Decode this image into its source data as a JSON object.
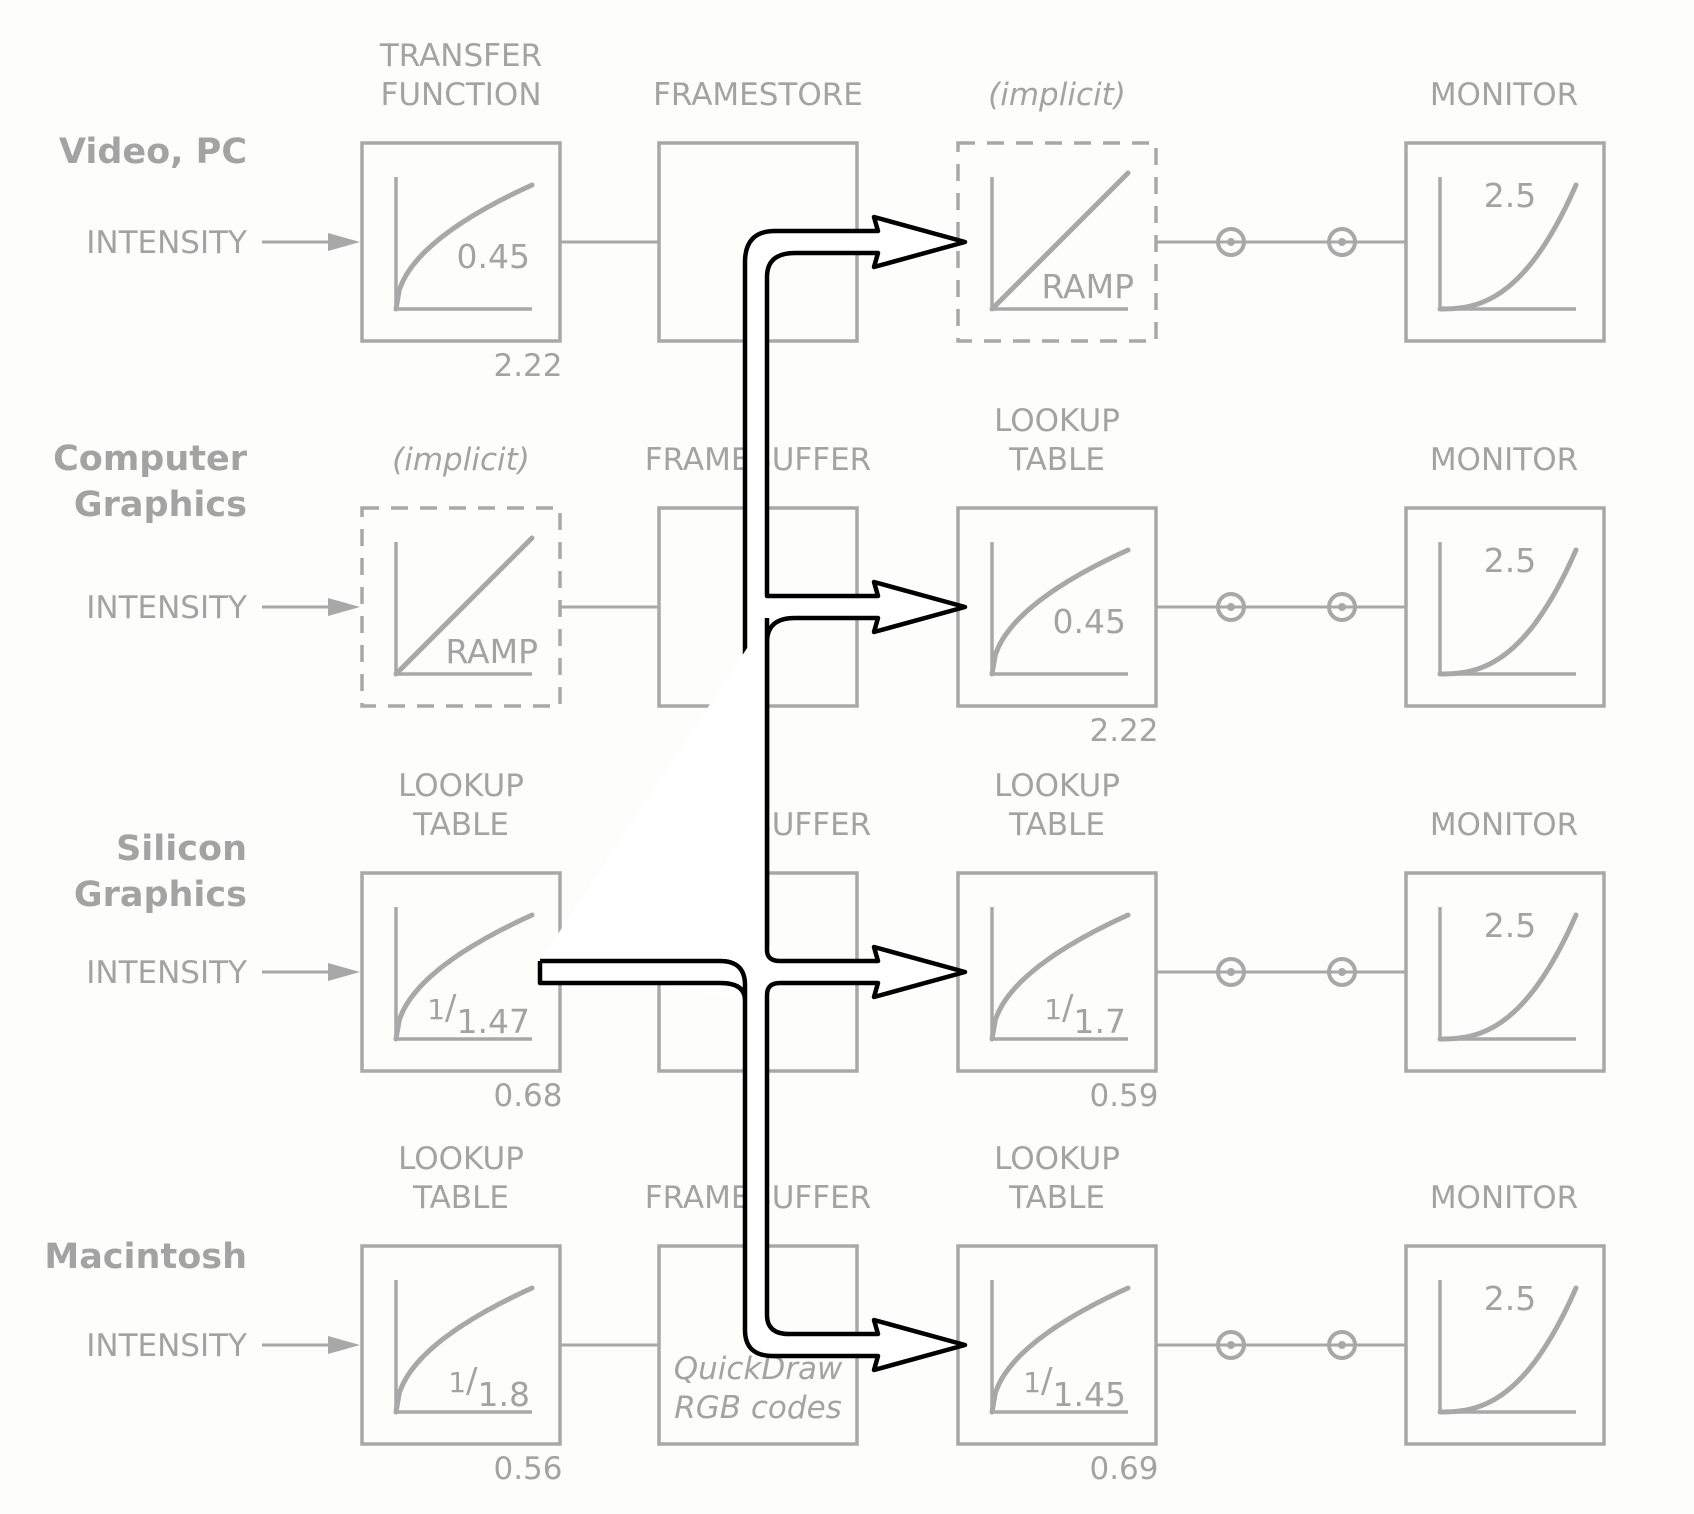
{
  "rows": [
    {
      "name": "Video, PC",
      "input": "INTENSITY",
      "stage1": {
        "header": [
          "TRANSFER",
          "FUNCTION"
        ],
        "curve_label": "0.45",
        "below": "2.22",
        "implicit": false
      },
      "stage2": {
        "header": "FRAMESTORE",
        "body": []
      },
      "stage3": {
        "header": [
          "(implicit)"
        ],
        "curve_label": "RAMP",
        "below": "",
        "implicit": true
      },
      "monitor": {
        "header": "MONITOR",
        "gamma": "2.5"
      }
    },
    {
      "name": "Computer Graphics",
      "input": "INTENSITY",
      "stage1": {
        "header": [
          "(implicit)"
        ],
        "curve_label": "RAMP",
        "below": "",
        "implicit": true
      },
      "stage2": {
        "header": "FRAMEBUFFER",
        "body": []
      },
      "stage3": {
        "header": [
          "LOOKUP",
          "TABLE"
        ],
        "curve_label": "0.45",
        "below": "2.22",
        "implicit": false
      },
      "monitor": {
        "header": "MONITOR",
        "gamma": "2.5"
      }
    },
    {
      "name": "Silicon Graphics",
      "input": "INTENSITY",
      "stage1": {
        "header": [
          "LOOKUP",
          "TABLE"
        ],
        "curve_label": "1/1.47",
        "below": "0.68",
        "implicit": false
      },
      "stage2": {
        "header": "FRAMEBUFFER",
        "body": []
      },
      "stage3": {
        "header": [
          "LOOKUP",
          "TABLE"
        ],
        "curve_label": "1/1.7",
        "below": "0.59",
        "implicit": false
      },
      "monitor": {
        "header": "MONITOR",
        "gamma": "2.5"
      }
    },
    {
      "name": "Macintosh",
      "input": "INTENSITY",
      "stage1": {
        "header": [
          "LOOKUP",
          "TABLE"
        ],
        "curve_label": "1/1.8",
        "below": "0.56",
        "implicit": false
      },
      "stage2": {
        "header": "FRAMEBUFFER",
        "body": [
          "QuickDraw",
          "RGB codes"
        ]
      },
      "stage3": {
        "header": [
          "LOOKUP",
          "TABLE"
        ],
        "curve_label": "1/1.45",
        "below": "0.69",
        "implicit": false
      },
      "monitor": {
        "header": "MONITOR",
        "gamma": "2.5"
      }
    }
  ],
  "colors": {
    "diagram_gray": "#a8a8a8",
    "arrow_stroke": "#000000",
    "arrow_fill": "#ffffff",
    "background": "#fdfdfc"
  }
}
